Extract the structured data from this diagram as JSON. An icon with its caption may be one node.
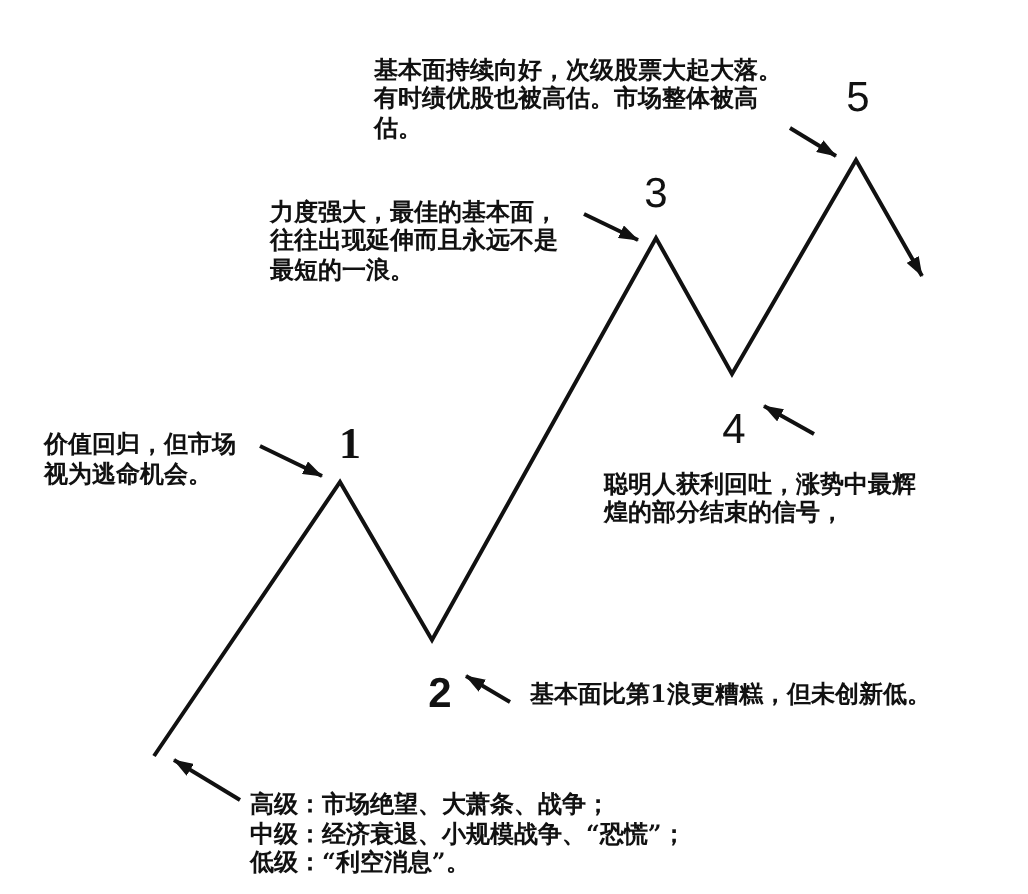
{
  "diagram": {
    "nodes": [
      {
        "text": [
          "基本面持续向好，次级股票大起大落。有时绩优股也被高估。市场整体被高估。"
        ]
      },
      {
        "text": [
          "5"
        ]
      },
      {
        "text": [
          "3"
        ]
      },
      {
        "text": [
          "力度强大，最佳的基本面，往往出现延伸而且永远不是最短的一浪。"
        ]
      },
      {
        "text": [
          "4"
        ]
      },
      {
        "text": [
          "1"
        ]
      },
      {
        "text": [
          "价值回归，但市场视为逃命机会。"
        ]
      },
      {
        "text": [
          "聪明人获利回吐，涨势中最辉煌的部分结束的信号，"
        ]
      },
      {
        "text": [
          "2"
        ]
      },
      {
        "text": [
          "基本面比第1浪更糟糕，但未创新低。"
        ]
      },
      {
        "text": [
          "高级：市场绝望、大萧条、战争；",
          "中级：经济衰退、小规模战争、“恐慌”；",
          "低级：“利空消息”。"
        ]
      }
    ],
    "edges": [
      {
        "from": 0,
        "to": 1,
        "arrow": "to"
      },
      {
        "from": 3,
        "to": 2,
        "arrow": "to"
      },
      {
        "from": 6,
        "to": 5,
        "arrow": "to"
      },
      {
        "from": 7,
        "to": 4,
        "arrow": "to"
      },
      {
        "from": 9,
        "to": 8,
        "arrow": "to"
      },
      {
        "from": 10,
        "to": null,
        "arrow": "to"
      }
    ]
  }
}
